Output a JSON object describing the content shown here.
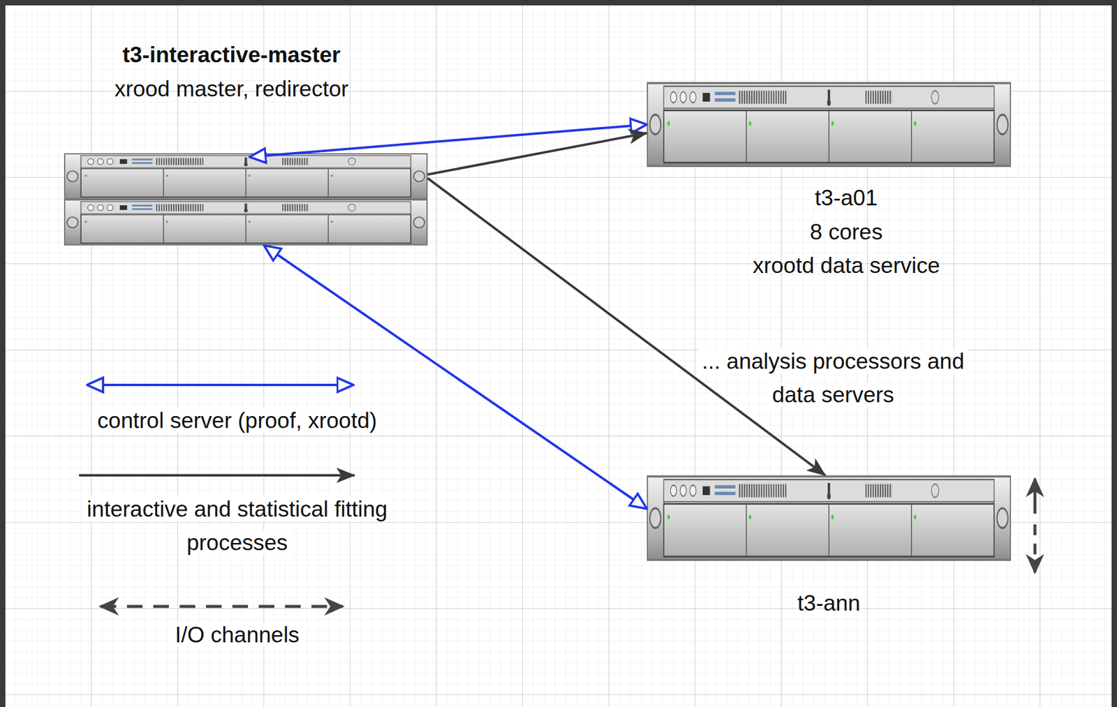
{
  "diagram": {
    "nodes": [
      {
        "text": [
          "t3-interactive-master",
          "xrood master, redirector"
        ]
      },
      {
        "text": [
          "t3-a01",
          "8 cores",
          "xrootd data service"
        ]
      },
      {
        "text": [
          "t3-ann"
        ]
      }
    ],
    "edges": [
      {
        "from": 0,
        "to": 1,
        "arrow": "both"
      },
      {
        "from": 0,
        "to": 1,
        "arrow": "to"
      },
      {
        "from": 0,
        "to": 2,
        "arrow": "both"
      },
      {
        "from": 0,
        "to": 2,
        "arrow": "to"
      }
    ],
    "labels": [
      "... analysis processors and data servers"
    ],
    "legend": [
      {
        "text": "control server (proof, xrootd)"
      },
      {
        "text": "interactive and statistical fitting processes"
      },
      {
        "text": "I/O channels"
      }
    ]
  }
}
